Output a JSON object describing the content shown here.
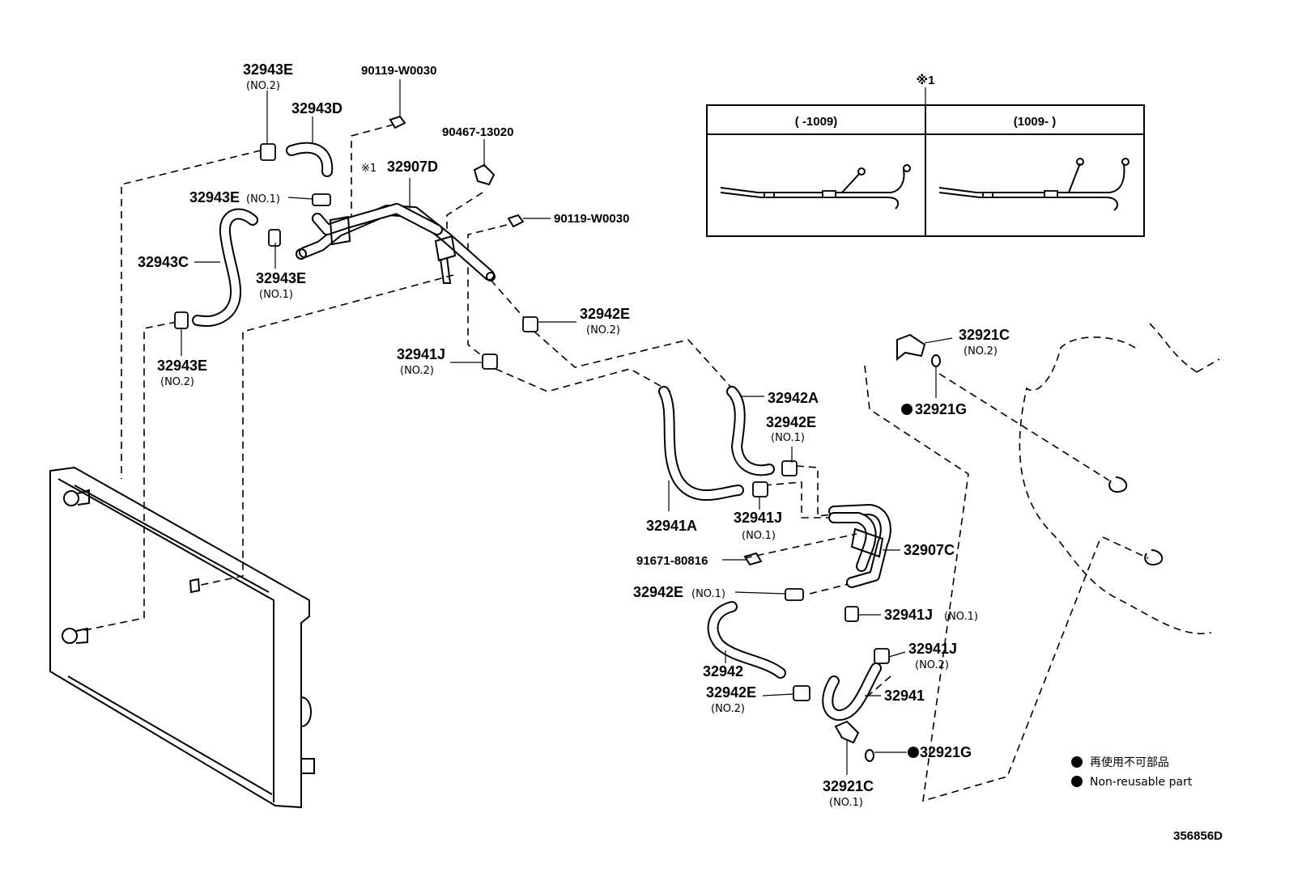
{
  "diagram": {
    "id_code": "356856D",
    "inset": {
      "marker": "※1",
      "left_label": "(      -1009)",
      "right_label": "(1009-      )"
    },
    "parts": {
      "p32943E_top": "32943E",
      "p32943E_top_sub": "(NO.2)",
      "p32943D": "32943D",
      "p90119_top": "90119-W0030",
      "p90467": "90467-13020",
      "p32907D_marker": "※1",
      "p32907D": "32907D",
      "p32943E_no1_left": "32943E",
      "p32943E_no1_left_sub": "(NO.1)",
      "p90119_mid": "90119-W0030",
      "p32943C": "32943C",
      "p32943E_no1_mid": "32943E",
      "p32943E_no1_mid_sub": "(NO.1)",
      "p32943E_no2_low": "32943E",
      "p32943E_no2_low_sub": "(NO.2)",
      "p32942E_no2_top": "32942E",
      "p32942E_no2_top_sub": "(NO.2)",
      "p32941J_no2": "32941J",
      "p32941J_no2_sub": "(NO.2)",
      "p32942A": "32942A",
      "p32942E_no1_a": "32942E",
      "p32942E_no1_a_sub": "(NO.1)",
      "p32941A": "32941A",
      "p32941J_no1_a": "32941J",
      "p32941J_no1_a_sub": "(NO.1)",
      "p32921C_no2": "32921C",
      "p32921C_no2_sub": "(NO.2)",
      "p32921G_top": "32921G",
      "p91671": "91671-80816",
      "p32907C": "32907C",
      "p32942E_no1_b": "32942E",
      "p32942E_no1_b_sub": "(NO.1)",
      "p32941J_no1_b": "32941J",
      "p32941J_no1_b_sub": "(NO.1)",
      "p32941J_no2_b": "32941J",
      "p32941J_no2_b_sub": "(NO.2)",
      "p32942": "32942",
      "p32941": "32941",
      "p32942E_no2_b": "32942E",
      "p32942E_no2_b_sub": "(NO.2)",
      "p32921G_bottom": "32921G",
      "p32921C_no1": "32921C",
      "p32921C_no1_sub": "(NO.1)"
    },
    "legend": {
      "line1": "再使用不可部品",
      "line2": "Non-reusable part"
    }
  }
}
